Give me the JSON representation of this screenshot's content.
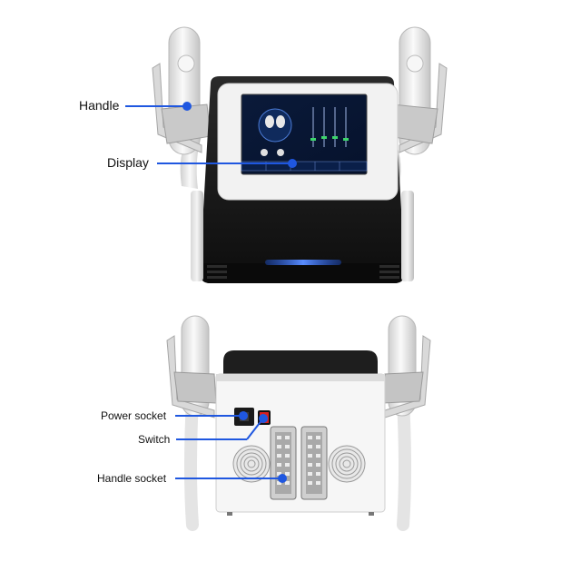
{
  "callouts": {
    "handle": "Handle",
    "display": "Display",
    "power_socket": "Power socket",
    "switch": "Switch",
    "handle_socket": "Handle socket"
  },
  "colors": {
    "leader": "#1f57e0",
    "led_strip": "#2d6bff",
    "switch": "#d62020",
    "body_dark": "#1b1b1b",
    "body_white": "#f2f2f2",
    "handle_white": "#e9e9e9"
  },
  "icons": {
    "front_unit": "machine-front-icon",
    "back_unit": "machine-back-icon"
  }
}
